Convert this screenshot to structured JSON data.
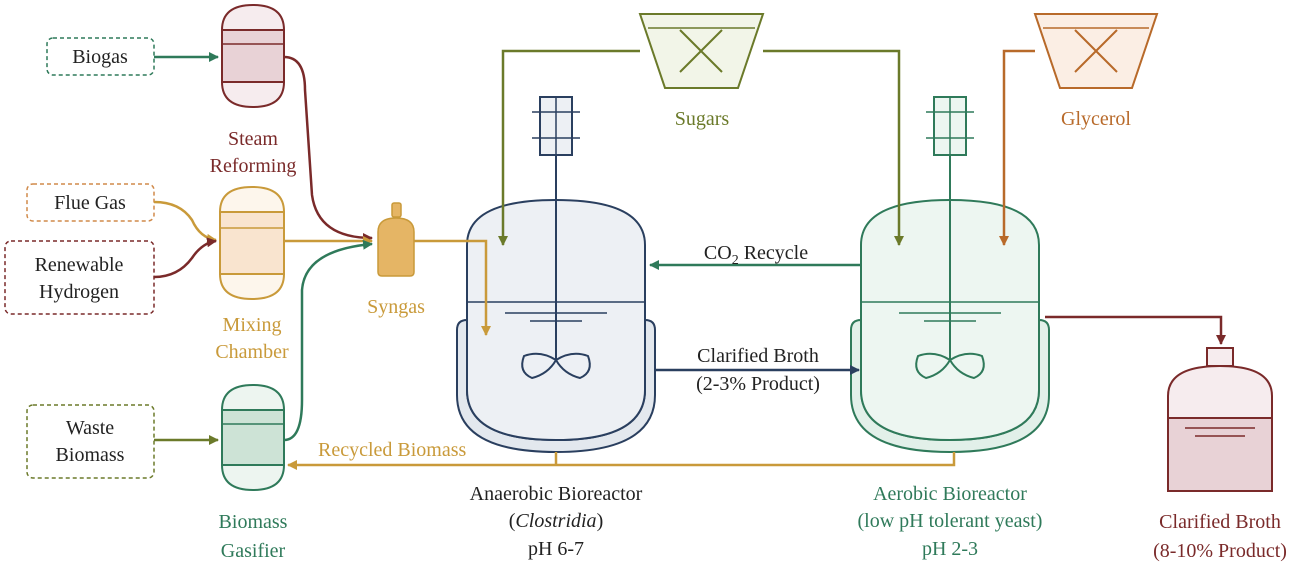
{
  "colors": {
    "green": "#2f7a5a",
    "teal": "#3a8a6a",
    "darkred": "#7a2a2a",
    "gold": "#c99a3a",
    "orange": "#d08a4a",
    "olive": "#6b7a2a",
    "navy": "#2a3f5f",
    "glycerol": "#b86a2a"
  },
  "inputs": {
    "biogas": "Biogas",
    "flue_gas": "Flue Gas",
    "renewable_hydrogen_1": "Renewable",
    "renewable_hydrogen_2": "Hydrogen",
    "waste_biomass_1": "Waste",
    "waste_biomass_2": "Biomass"
  },
  "units": {
    "steam_reforming_1": "Steam",
    "steam_reforming_2": "Reforming",
    "mixing_chamber_1": "Mixing",
    "mixing_chamber_2": "Chamber",
    "biomass_gasifier_1": "Biomass",
    "biomass_gasifier_2": "Gasifier",
    "syngas": "Syngas",
    "sugars": "Sugars",
    "glycerol": "Glycerol"
  },
  "streams": {
    "co2_recycle_prefix": "CO",
    "co2_recycle_sub": "2",
    "co2_recycle_suffix": " Recycle",
    "clarified_broth_1": "Clarified Broth",
    "clarified_broth_2": "(2-3% Product)",
    "recycled_biomass": "Recycled Biomass"
  },
  "reactors": {
    "anaerobic_1": "Anaerobic Bioreactor",
    "anaerobic_2_open": "(",
    "anaerobic_2_italic": "Clostridia",
    "anaerobic_2_close": ")",
    "anaerobic_3": "pH 6-7",
    "aerobic_1": "Aerobic Bioreactor",
    "aerobic_2": "(low pH tolerant yeast)",
    "aerobic_3": "pH 2-3"
  },
  "product": {
    "label_1": "Clarified Broth",
    "label_2": "(8-10% Product)"
  }
}
